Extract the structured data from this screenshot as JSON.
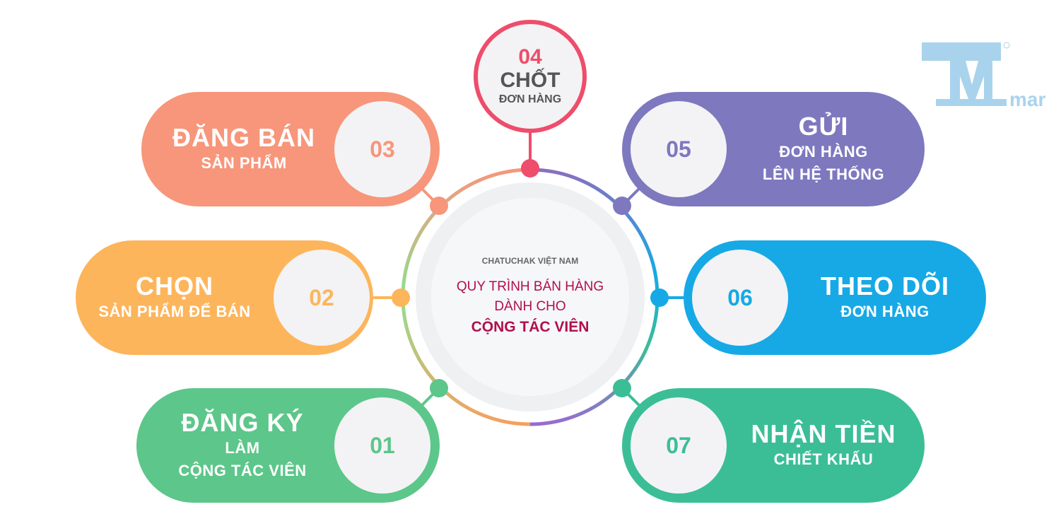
{
  "center": {
    "subtitle": "CHATUCHAK VIỆT NAM",
    "title_line1": "QUY TRÌNH BÁN HÀNG",
    "title_line2": "DÀNH CHO",
    "title_line3": "CỘNG TÁC VIÊN"
  },
  "steps": [
    {
      "num": "01",
      "title": "ĐĂNG KÝ",
      "line2": "LÀM",
      "line3": "CỘNG TÁC VIÊN",
      "color": "#5dc68a"
    },
    {
      "num": "02",
      "title": "CHỌN",
      "line2": "SẢN PHẨM ĐỂ BÁN",
      "color": "#fdb55b"
    },
    {
      "num": "03",
      "title": "ĐĂNG BÁN",
      "line2": "SẢN PHẨM",
      "color": "#f7967a"
    },
    {
      "num": "04",
      "title": "CHỐT",
      "line2": "ĐƠN HÀNG",
      "color": "#ee4d6b"
    },
    {
      "num": "05",
      "title": "GỬI",
      "line2": "ĐƠN HÀNG",
      "line3": "LÊN HỆ THỐNG",
      "color": "#7e78bf"
    },
    {
      "num": "06",
      "title": "THEO DÕI",
      "line2": "ĐƠN HÀNG",
      "color": "#16a9e6"
    },
    {
      "num": "07",
      "title": "NHẬN TIỀN",
      "line2": "CHIẾT KHẤU",
      "color": "#3bbe96"
    }
  ],
  "logo": {
    "text": "mark",
    "letter": "M"
  }
}
